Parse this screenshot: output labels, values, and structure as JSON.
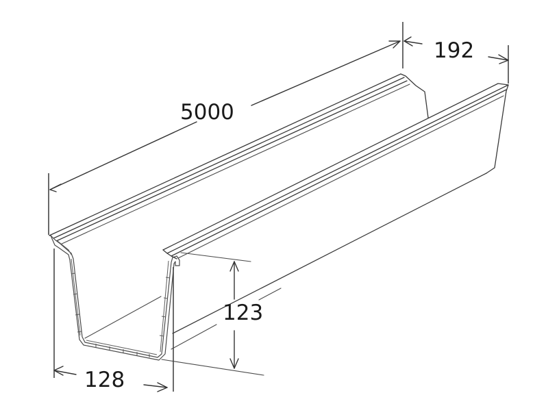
{
  "figure": {
    "subject": "gutter channel profile",
    "line_color": "#333333",
    "background": "#ffffff"
  },
  "dimensions": {
    "length": {
      "value": "5000",
      "orientation": "along channel length"
    },
    "top_width": {
      "value": "192",
      "orientation": "overall top width"
    },
    "height": {
      "value": "123",
      "orientation": "channel depth"
    },
    "bottom_width": {
      "value": "128",
      "orientation": "channel width at base"
    }
  }
}
